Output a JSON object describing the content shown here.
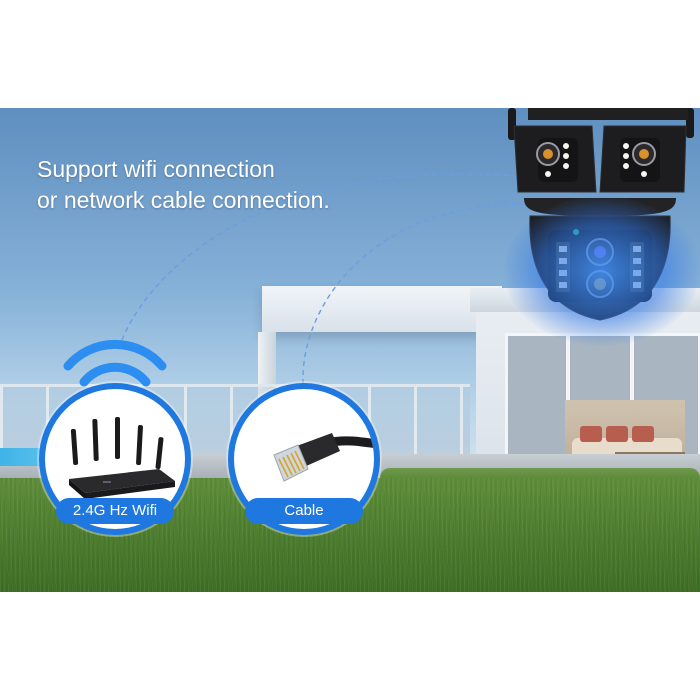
{
  "headline": {
    "line1": "Support wifi connection",
    "line2": "or network cable connection."
  },
  "badges": {
    "router_label": "2.4G Hz Wifi",
    "cable_label": "Cable"
  },
  "icons": {
    "wifi": "wifi-signal-icon",
    "router": "router-icon",
    "cable": "ethernet-plug-icon",
    "camera": "dual-lens-camera-icon"
  },
  "colors": {
    "accent": "#1f77e0",
    "wifi_arc": "#2b8ef0",
    "headline": "#ffffff"
  }
}
